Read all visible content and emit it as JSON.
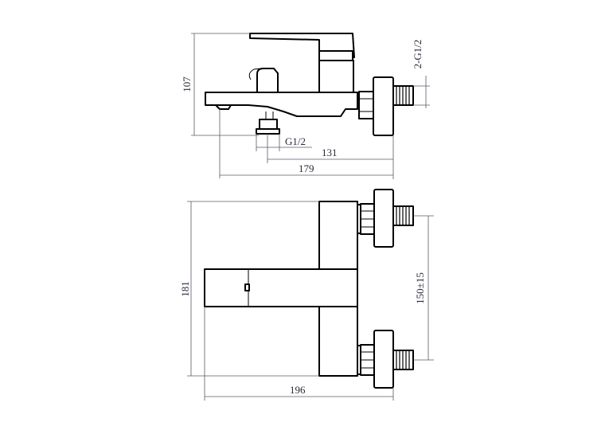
{
  "dimensions": {
    "height_side": "107",
    "inlet_thread": "2-G1/2",
    "outlet_thread": "G1/2",
    "spout_to_wall": "131",
    "total_depth": "179",
    "height_front": "181",
    "inlet_spacing": "150±15",
    "total_width": "196"
  },
  "colors": {
    "line": "#000000",
    "dimension": "#5a5a66",
    "text": "#2a2a3a",
    "background": "#ffffff"
  }
}
